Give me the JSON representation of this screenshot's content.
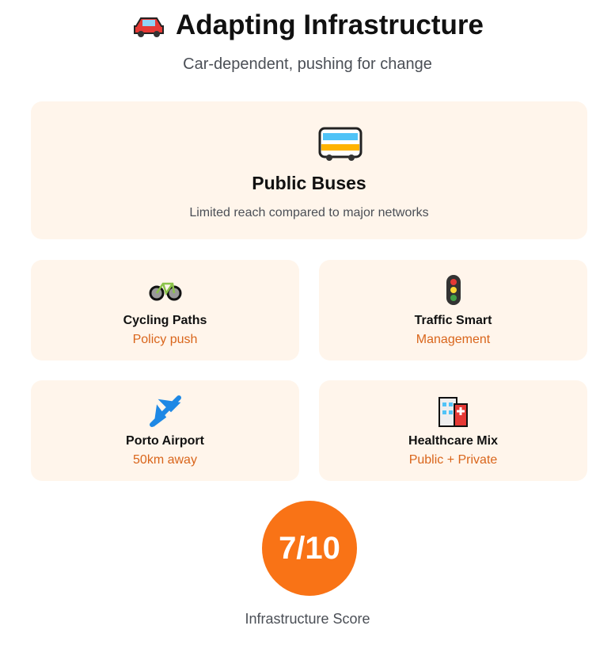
{
  "header": {
    "title": "Adapting Infrastructure",
    "icon": "car-icon",
    "subtitle": "Car-dependent, pushing for change"
  },
  "featured": {
    "icon": "bus-icon",
    "title": "Public Buses",
    "description": "Limited reach compared to major networks"
  },
  "cards": [
    {
      "icon": "bicycle-icon",
      "title": "Cycling Paths",
      "detail": "Policy push"
    },
    {
      "icon": "traffic-light-icon",
      "title": "Traffic Smart",
      "detail": "Management"
    },
    {
      "icon": "airplane-icon",
      "title": "Porto Airport",
      "detail": "50km away"
    },
    {
      "icon": "hospital-icon",
      "title": "Healthcare Mix",
      "detail": "Public + Private"
    }
  ],
  "score": {
    "value": "7/10",
    "label": "Infrastructure Score"
  },
  "colors": {
    "accent": "#f97316",
    "card_bg": "#fff5eb",
    "detail": "#d9651b"
  }
}
